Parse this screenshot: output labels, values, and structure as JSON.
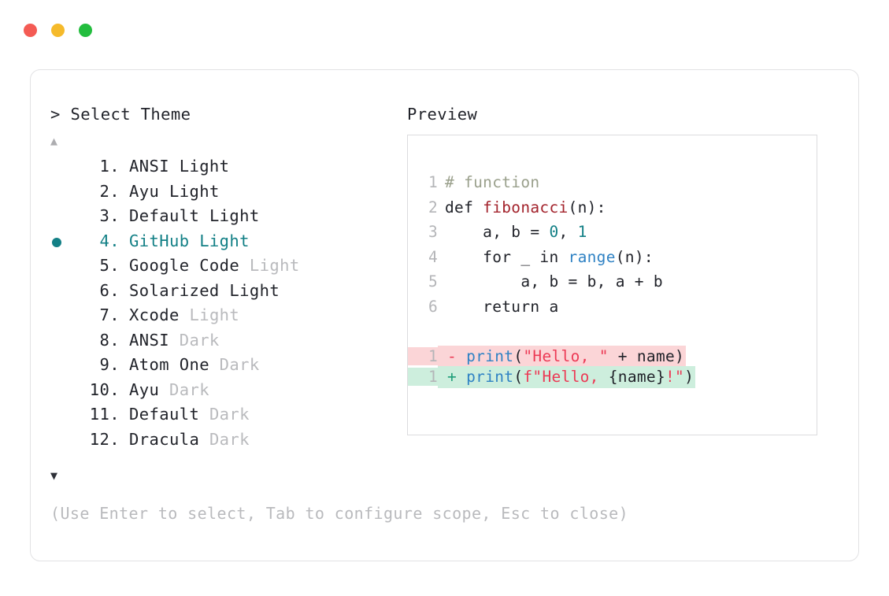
{
  "window": {
    "traffic_lights": [
      {
        "name": "close",
        "color": "#f45b54"
      },
      {
        "name": "minimize",
        "color": "#f5ba2b"
      },
      {
        "name": "maximize",
        "color": "#23bd3e"
      }
    ]
  },
  "left_panel": {
    "title": "> Select Theme",
    "scroll_up": "▲",
    "scroll_down": "▼",
    "selected_index": 4,
    "accent_color": "#138086",
    "items": [
      {
        "index": "1.",
        "name": "ANSI",
        "variant": " Light",
        "variant_dim": false,
        "selected": false
      },
      {
        "index": "2.",
        "name": "Ayu",
        "variant": " Light",
        "variant_dim": false,
        "selected": false
      },
      {
        "index": "3.",
        "name": "Default",
        "variant": " Light",
        "variant_dim": false,
        "selected": false
      },
      {
        "index": "4.",
        "name": "GitHub",
        "variant": " Light",
        "variant_dim": false,
        "selected": true
      },
      {
        "index": "5.",
        "name": "Google Code",
        "variant": " Light",
        "variant_dim": true,
        "selected": false
      },
      {
        "index": "6.",
        "name": "Solarized",
        "variant": " Light",
        "variant_dim": false,
        "selected": false
      },
      {
        "index": "7.",
        "name": "Xcode",
        "variant": " Light",
        "variant_dim": true,
        "selected": false
      },
      {
        "index": "8.",
        "name": "ANSI",
        "variant": " Dark",
        "variant_dim": true,
        "selected": false
      },
      {
        "index": "9.",
        "name": "Atom One",
        "variant": " Dark",
        "variant_dim": true,
        "selected": false
      },
      {
        "index": "10.",
        "name": "Ayu",
        "variant": " Dark",
        "variant_dim": true,
        "selected": false
      },
      {
        "index": "11.",
        "name": "Default",
        "variant": " Dark",
        "variant_dim": true,
        "selected": false
      },
      {
        "index": "12.",
        "name": "Dracula",
        "variant": " Dark",
        "variant_dim": true,
        "selected": false
      }
    ]
  },
  "right_panel": {
    "title": "Preview",
    "code": {
      "lines": [
        {
          "no": "1",
          "tokens": [
            {
              "t": "# function",
              "c": "comment"
            }
          ]
        },
        {
          "no": "2",
          "tokens": [
            {
              "t": "def ",
              "c": "kw"
            },
            {
              "t": "fibonacci",
              "c": "fn"
            },
            {
              "t": "(n):",
              "c": "plain"
            }
          ]
        },
        {
          "no": "3",
          "tokens": [
            {
              "t": "    a, b = ",
              "c": "plain"
            },
            {
              "t": "0",
              "c": "num"
            },
            {
              "t": ", ",
              "c": "plain"
            },
            {
              "t": "1",
              "c": "num"
            }
          ]
        },
        {
          "no": "4",
          "tokens": [
            {
              "t": "    for _ in ",
              "c": "plain"
            },
            {
              "t": "range",
              "c": "builtin"
            },
            {
              "t": "(n):",
              "c": "plain"
            }
          ]
        },
        {
          "no": "5",
          "tokens": [
            {
              "t": "        a, b = b, a + b",
              "c": "plain"
            }
          ]
        },
        {
          "no": "6",
          "tokens": [
            {
              "t": "    return a",
              "c": "plain"
            }
          ]
        }
      ],
      "diff": [
        {
          "no": "1",
          "kind": "removed",
          "sign": "-",
          "bg": "#fbd5d7",
          "tokens": [
            {
              "t": " ",
              "c": "plain"
            },
            {
              "t": "print",
              "c": "builtin"
            },
            {
              "t": "(",
              "c": "plain"
            },
            {
              "t": "\"Hello, \"",
              "c": "str"
            },
            {
              "t": " + name)",
              "c": "plain"
            }
          ]
        },
        {
          "no": "1",
          "kind": "added",
          "sign": "+",
          "bg": "#cdeedd",
          "tokens": [
            {
              "t": " ",
              "c": "plain"
            },
            {
              "t": "print",
              "c": "builtin"
            },
            {
              "t": "(",
              "c": "plain"
            },
            {
              "t": "f\"Hello, ",
              "c": "str"
            },
            {
              "t": "{name}",
              "c": "plain"
            },
            {
              "t": "!\"",
              "c": "str"
            },
            {
              "t": ")",
              "c": "plain"
            }
          ]
        }
      ]
    }
  },
  "footer": {
    "hint": "(Use Enter to select, Tab to configure scope, Esc to close)"
  }
}
